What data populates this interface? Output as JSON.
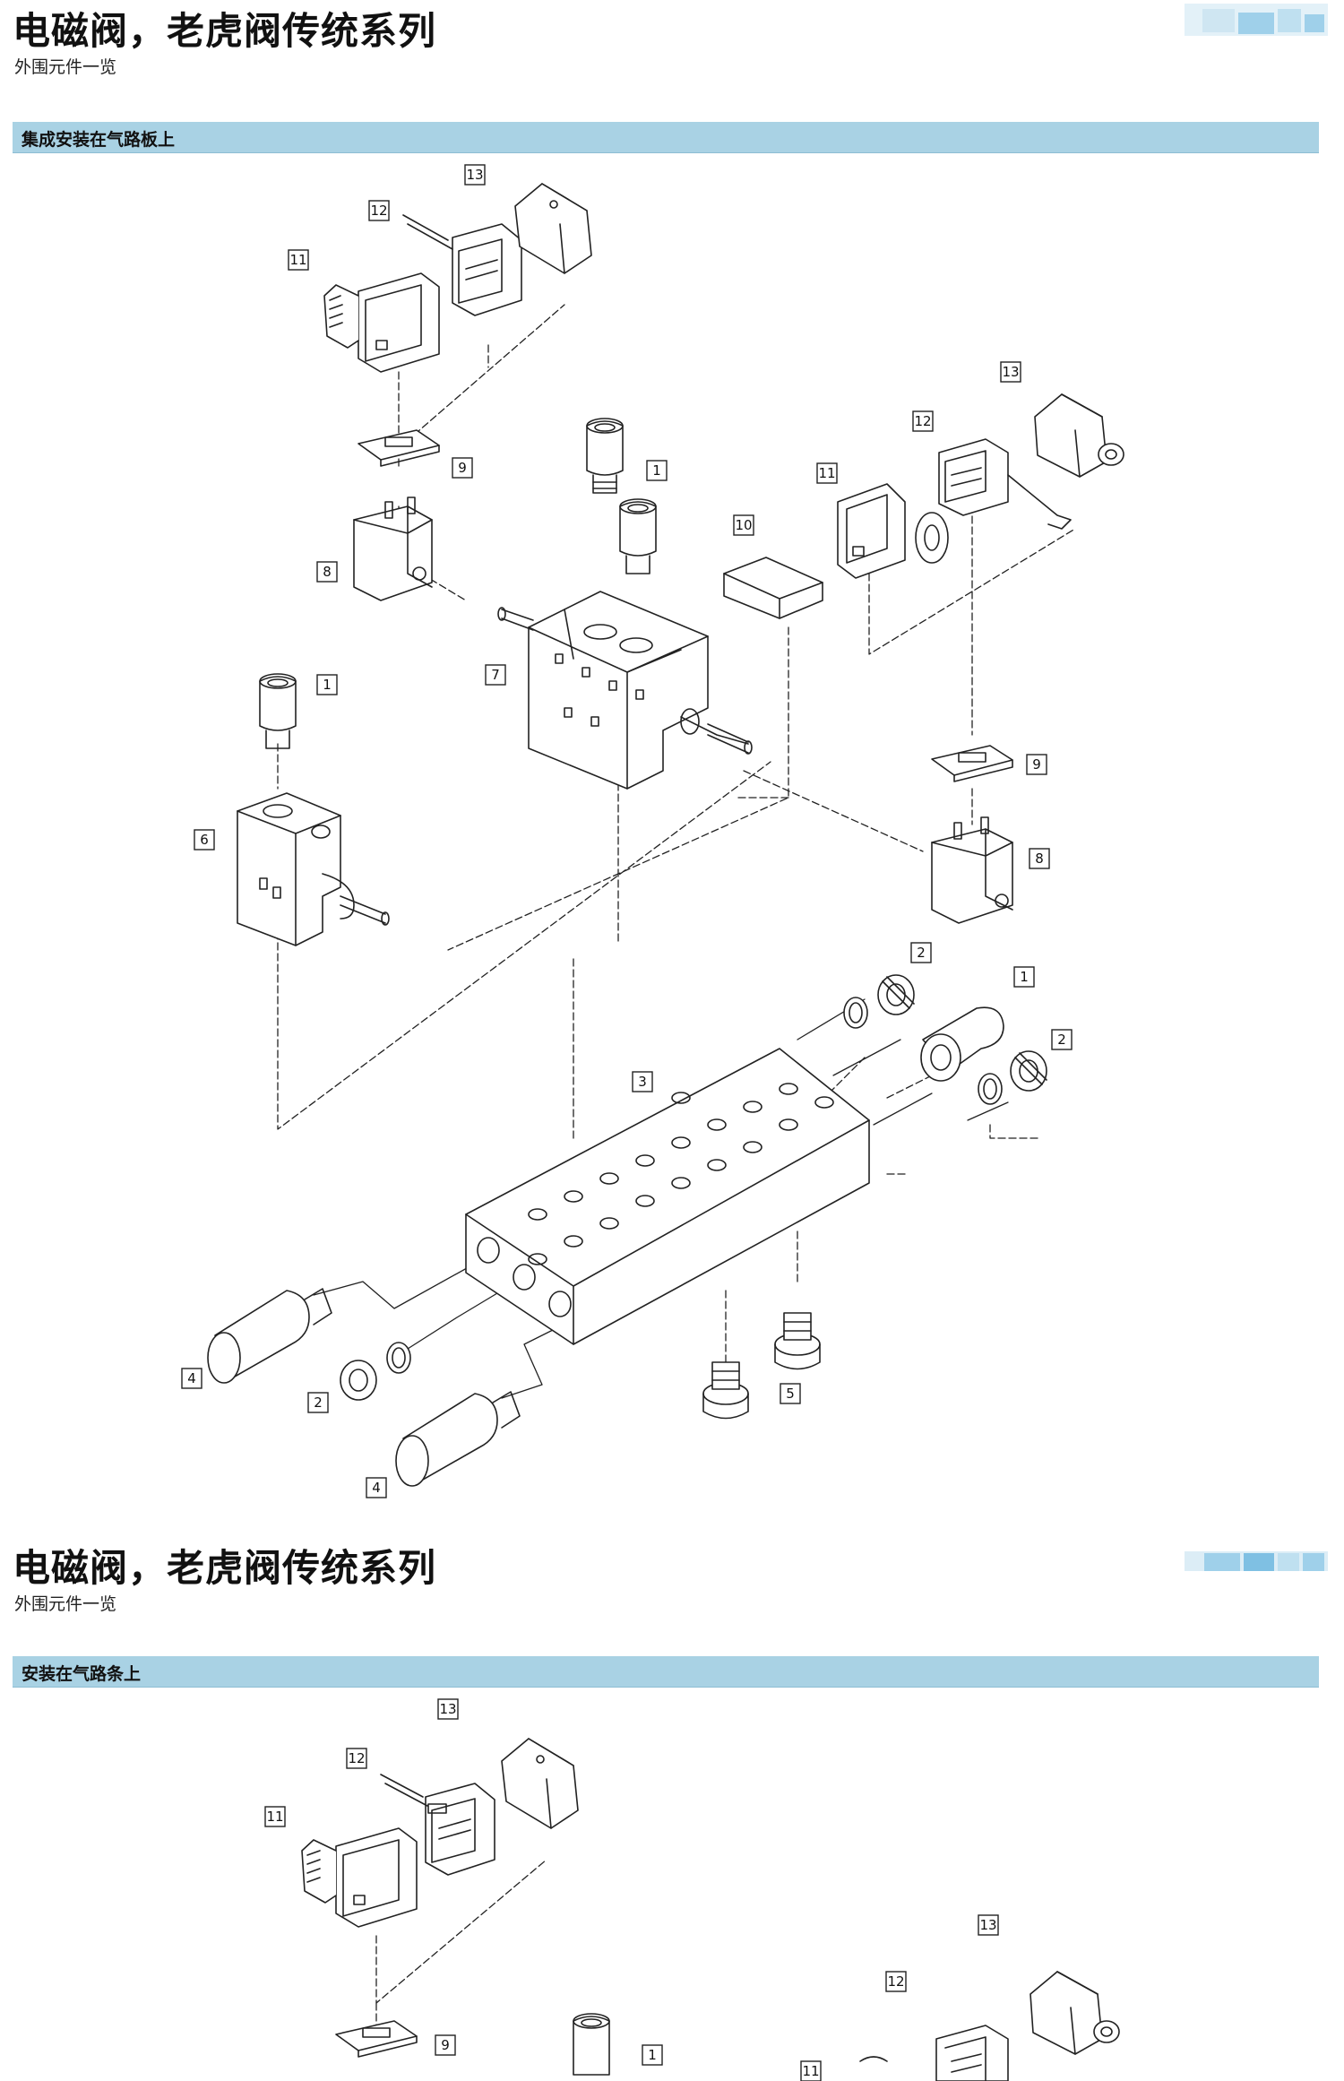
{
  "sections": [
    {
      "title": "电磁阀，老虎阀传统系列",
      "subtitle": "外围元件一览",
      "band_label": "集成安装在气路板上"
    },
    {
      "title": "电磁阀，老虎阀传统系列",
      "subtitle": "外围元件一览",
      "band_label": "安装在气路条上"
    }
  ],
  "callouts": [
    "1",
    "2",
    "3",
    "4",
    "5",
    "6",
    "7",
    "8",
    "9",
    "10",
    "11",
    "12",
    "13"
  ],
  "colors": {
    "band": "#a9d2e4",
    "brand_light": "#cfe6f2",
    "brand_mid": "#7fc0e3",
    "line": "#222222"
  }
}
